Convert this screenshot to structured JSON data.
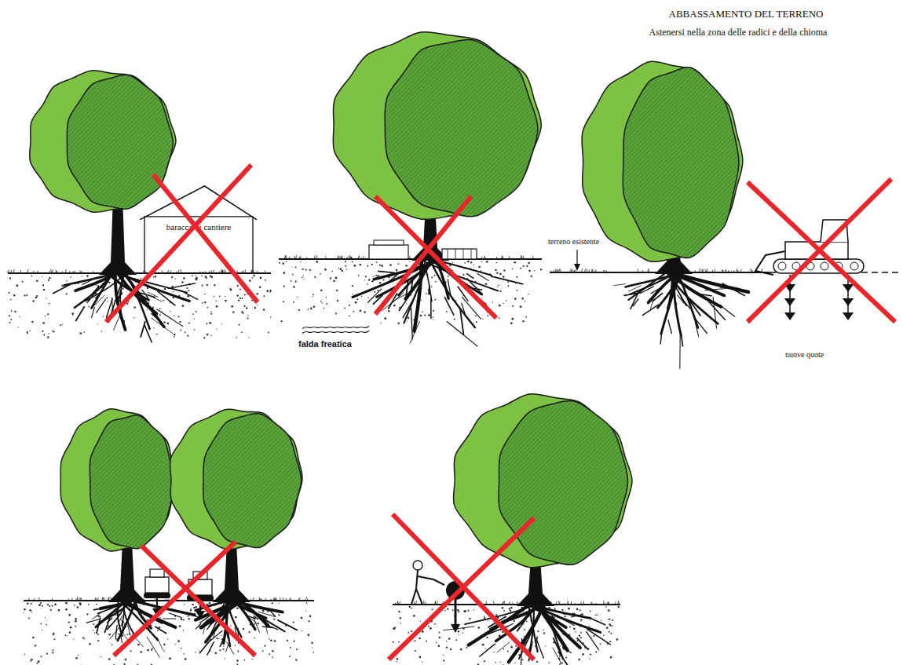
{
  "diagram": {
    "title": "ABBASSAMENTO DEL TERRENO",
    "nodes": [
      {
        "text": [
          "baracca di cantiere"
        ]
      }
    ],
    "labels": [
      "Astenersi nella zona delle radici e della chioma",
      "falda freatica",
      "terreno esistente",
      "nuove quote"
    ]
  }
}
